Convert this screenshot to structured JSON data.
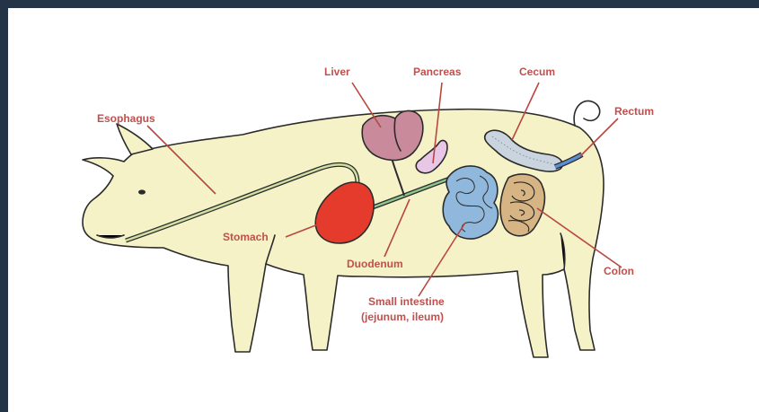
{
  "labels": {
    "liver": "Liver",
    "pancreas": "Pancreas",
    "cecum": "Cecum",
    "rectum": "Rectum",
    "esophagus": "Esophagus",
    "stomach": "Stomach",
    "duodenum": "Duodenum",
    "small_intestine_line1": "Small intestine",
    "small_intestine_line2": "(jejunum, ileum)",
    "colon": "Colon"
  },
  "colors": {
    "frame": "#243447",
    "body": "#f6f2c8",
    "outline": "#2b2b2b",
    "label": "#c0504d",
    "stomach": "#e53b2c",
    "liver": "#c98a9b",
    "pancreas": "#e7c6e6",
    "intestine": "#8fb8dc",
    "colon": "#d7b483",
    "cecum": "#c9d4de",
    "tract": "#cfe0a2"
  }
}
